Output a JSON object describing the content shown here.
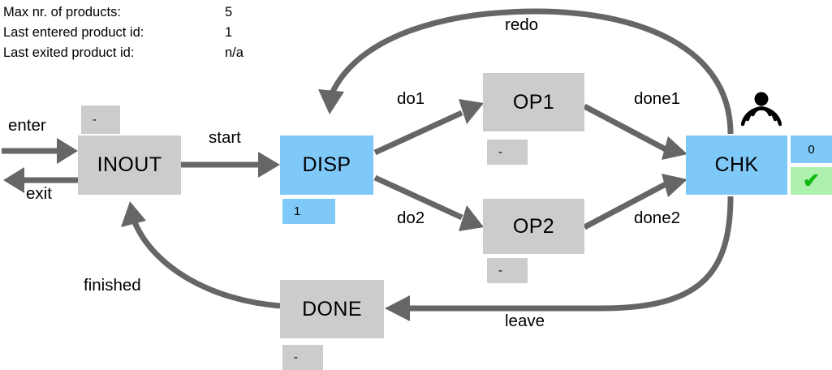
{
  "info": {
    "rows": [
      {
        "label": "Max nr. of products:",
        "value": "5"
      },
      {
        "label": "Last entered product id:",
        "value": "1"
      },
      {
        "label": "Last exited product id:",
        "value": "n/a"
      }
    ]
  },
  "diagram": {
    "type": "state-machine-graph",
    "colors": {
      "node_gray": "#cccccc",
      "node_active_blue": "#7fc9f9",
      "badge_ok_green": "#aef0ae",
      "check_green": "#12b812",
      "edge_gray": "#666666"
    },
    "nodes": [
      {
        "id": "inout",
        "label": "INOUT",
        "style": "gray",
        "badge": "-",
        "badge_style": "gray"
      },
      {
        "id": "disp",
        "label": "DISP",
        "style": "blue",
        "badge": "1",
        "badge_style": "blue"
      },
      {
        "id": "op1",
        "label": "OP1",
        "style": "gray",
        "badge": "-",
        "badge_style": "gray"
      },
      {
        "id": "op2",
        "label": "OP2",
        "style": "gray",
        "badge": "-",
        "badge_style": "gray"
      },
      {
        "id": "chk",
        "label": "CHK",
        "style": "blue",
        "badge": "0",
        "badge_style": "blue",
        "badge2": "✔",
        "badge2_style": "green",
        "icon": "broadcast-icon"
      },
      {
        "id": "done",
        "label": "DONE",
        "style": "gray",
        "badge": "-",
        "badge_style": "gray"
      }
    ],
    "edges": [
      {
        "id": "enter",
        "label": "enter",
        "from": "external",
        "to": "inout"
      },
      {
        "id": "exit",
        "label": "exit",
        "from": "inout",
        "to": "external"
      },
      {
        "id": "start",
        "label": "start",
        "from": "inout",
        "to": "disp"
      },
      {
        "id": "do1",
        "label": "do1",
        "from": "disp",
        "to": "op1"
      },
      {
        "id": "do2",
        "label": "do2",
        "from": "disp",
        "to": "op2"
      },
      {
        "id": "done1",
        "label": "done1",
        "from": "op1",
        "to": "chk"
      },
      {
        "id": "done2",
        "label": "done2",
        "from": "op2",
        "to": "chk"
      },
      {
        "id": "redo",
        "label": "redo",
        "from": "chk",
        "to": "disp"
      },
      {
        "id": "leave",
        "label": "leave",
        "from": "chk",
        "to": "done"
      },
      {
        "id": "finished",
        "label": "finished",
        "from": "done",
        "to": "inout"
      }
    ]
  }
}
